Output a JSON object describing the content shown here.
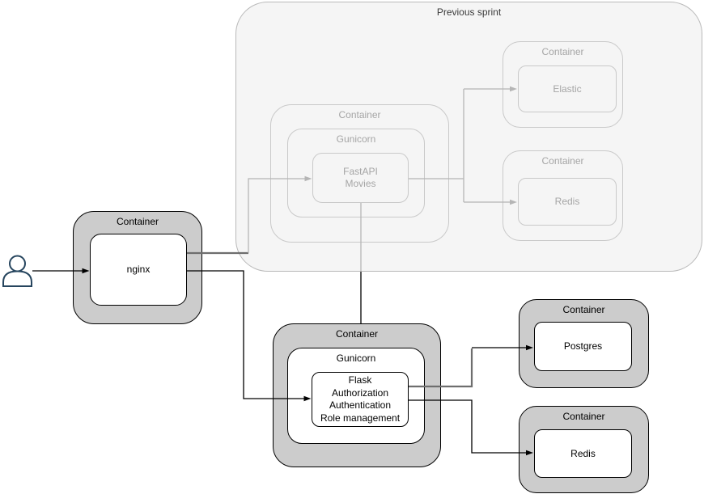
{
  "diagram": {
    "previous_sprint": {
      "title": "Previous sprint",
      "movies_service": {
        "container_label": "Container",
        "server_label": "Gunicorn",
        "app_lines": [
          "FastAPI",
          "Movies"
        ]
      },
      "elastic": {
        "container_label": "Container",
        "app_label": "Elastic"
      },
      "redis": {
        "container_label": "Container",
        "app_label": "Redis"
      }
    },
    "nginx": {
      "container_label": "Container",
      "app_label": "nginx"
    },
    "auth_service": {
      "container_label": "Container",
      "server_label": "Gunicorn",
      "app_lines": [
        "Flask",
        "Authorization",
        "Authentication",
        "Role management"
      ]
    },
    "postgres": {
      "container_label": "Container",
      "app_label": "Postgres"
    },
    "redis": {
      "container_label": "Container",
      "app_label": "Redis"
    },
    "colors": {
      "container_fill": "#cccccc",
      "node_fill": "#ffffff",
      "node_stroke": "#000000",
      "sprint_fill": "#f5f5f5",
      "sprint_stroke": "#b9b9b9",
      "faded_stroke": "#c9c9c9",
      "faded_text": "#a5a5a5",
      "title_text": "#3a3a3a",
      "edge_black": "#000000",
      "edge_gray": "#6e6e6e",
      "edge_faded": "#b5b5b5",
      "actor_stroke": "#26455e"
    }
  }
}
